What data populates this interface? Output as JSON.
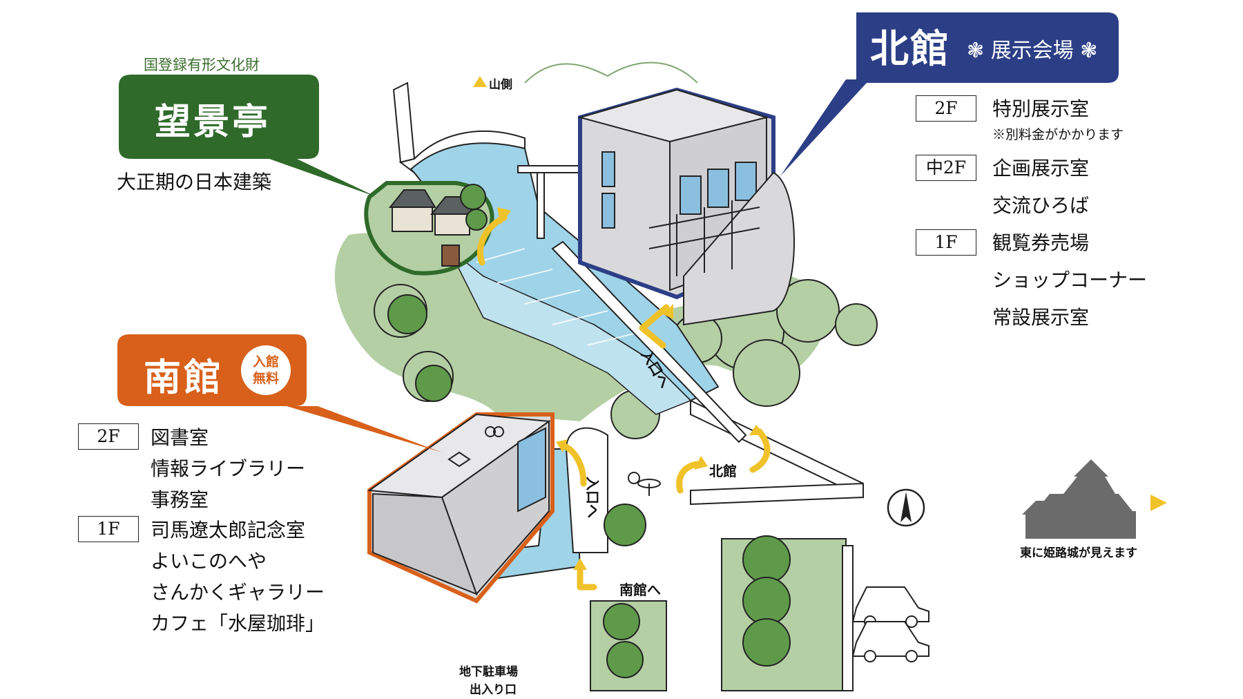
{
  "north": {
    "title": "北館",
    "subtitle": "展示会場",
    "deco": "❃",
    "color": "#2c3f86",
    "floors": [
      {
        "floor": "2F",
        "rooms": [
          "特別展示室"
        ],
        "note": "※別料金がかかります"
      },
      {
        "floor": "中2F",
        "rooms": [
          "企画展示室",
          "交流ひろば"
        ]
      },
      {
        "floor": "1F",
        "rooms": [
          "観覧券売場",
          "ショップコーナー",
          "常設展示室"
        ]
      }
    ]
  },
  "bokeitei": {
    "heritage": "国登録有形文化財",
    "title": "望景亭",
    "description": "大正期の日本建築",
    "color": "#2f6a2a"
  },
  "south": {
    "title": "南館",
    "badge_line1": "入館",
    "badge_line2": "無料",
    "color": "#d8601a",
    "floors": [
      {
        "floor": "2F",
        "rooms": [
          "図書室",
          "情報ライブラリー",
          "事務室"
        ]
      },
      {
        "floor": "1F",
        "rooms": [
          "司馬遼太郎記念室",
          "よいこのへや",
          "さんかくギャラリー",
          "カフェ「水屋珈琲」"
        ]
      }
    ]
  },
  "map_labels": {
    "mountain": "山側",
    "entrance": "入口へ",
    "to_north": "北館",
    "to_south": "南館へ",
    "entrance_vertical": "入口へ",
    "parking_line1": "地下駐車場",
    "parking_line2": "出入り口",
    "castle": "東に姫路城が見えます"
  },
  "colors": {
    "accent_yellow": "#f0c22a",
    "water": "#9fd3e8",
    "tree": "#5f9a4a",
    "tree_light": "#a9c79a",
    "building": "#d9d9db"
  }
}
